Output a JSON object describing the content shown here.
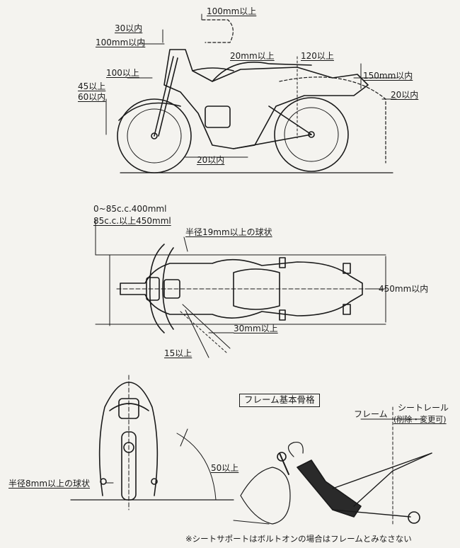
{
  "side_view": {
    "l_100mm_up_top": "100mm以上",
    "l_30_within": "30以内",
    "l_100mm_within": "100mm以内",
    "l_20mm_up": "20mm以上",
    "l_120_up": "120以上",
    "l_100_up": "100以上",
    "l_150mm_within": "150mm以内",
    "l_45_up": "45以上",
    "l_60_within": "60以内",
    "l_20_within_right": "20以内",
    "l_20_within_bottom": "20以内"
  },
  "top_view": {
    "l_width_85cc": "0~85c.c.400mml",
    "l_width_over85": "85c.c.以上450mml",
    "l_radius19": "半径19mm以上の球状",
    "l_450mm_within": "450mm以内",
    "l_30mm_up": "30mm以上",
    "l_15_up": "15以上"
  },
  "front_view": {
    "l_radius8": "半径8mm以上の球状",
    "l_50_up": "50以上"
  },
  "frame_view": {
    "title": "フレーム基本骨格",
    "l_frame": "フレーム",
    "l_seat_rail": "シートレール",
    "l_seat_rail_note": "(削除・変更可)"
  },
  "footnote": "※シートサポートはボルトオンの場合はフレームとみなさない"
}
